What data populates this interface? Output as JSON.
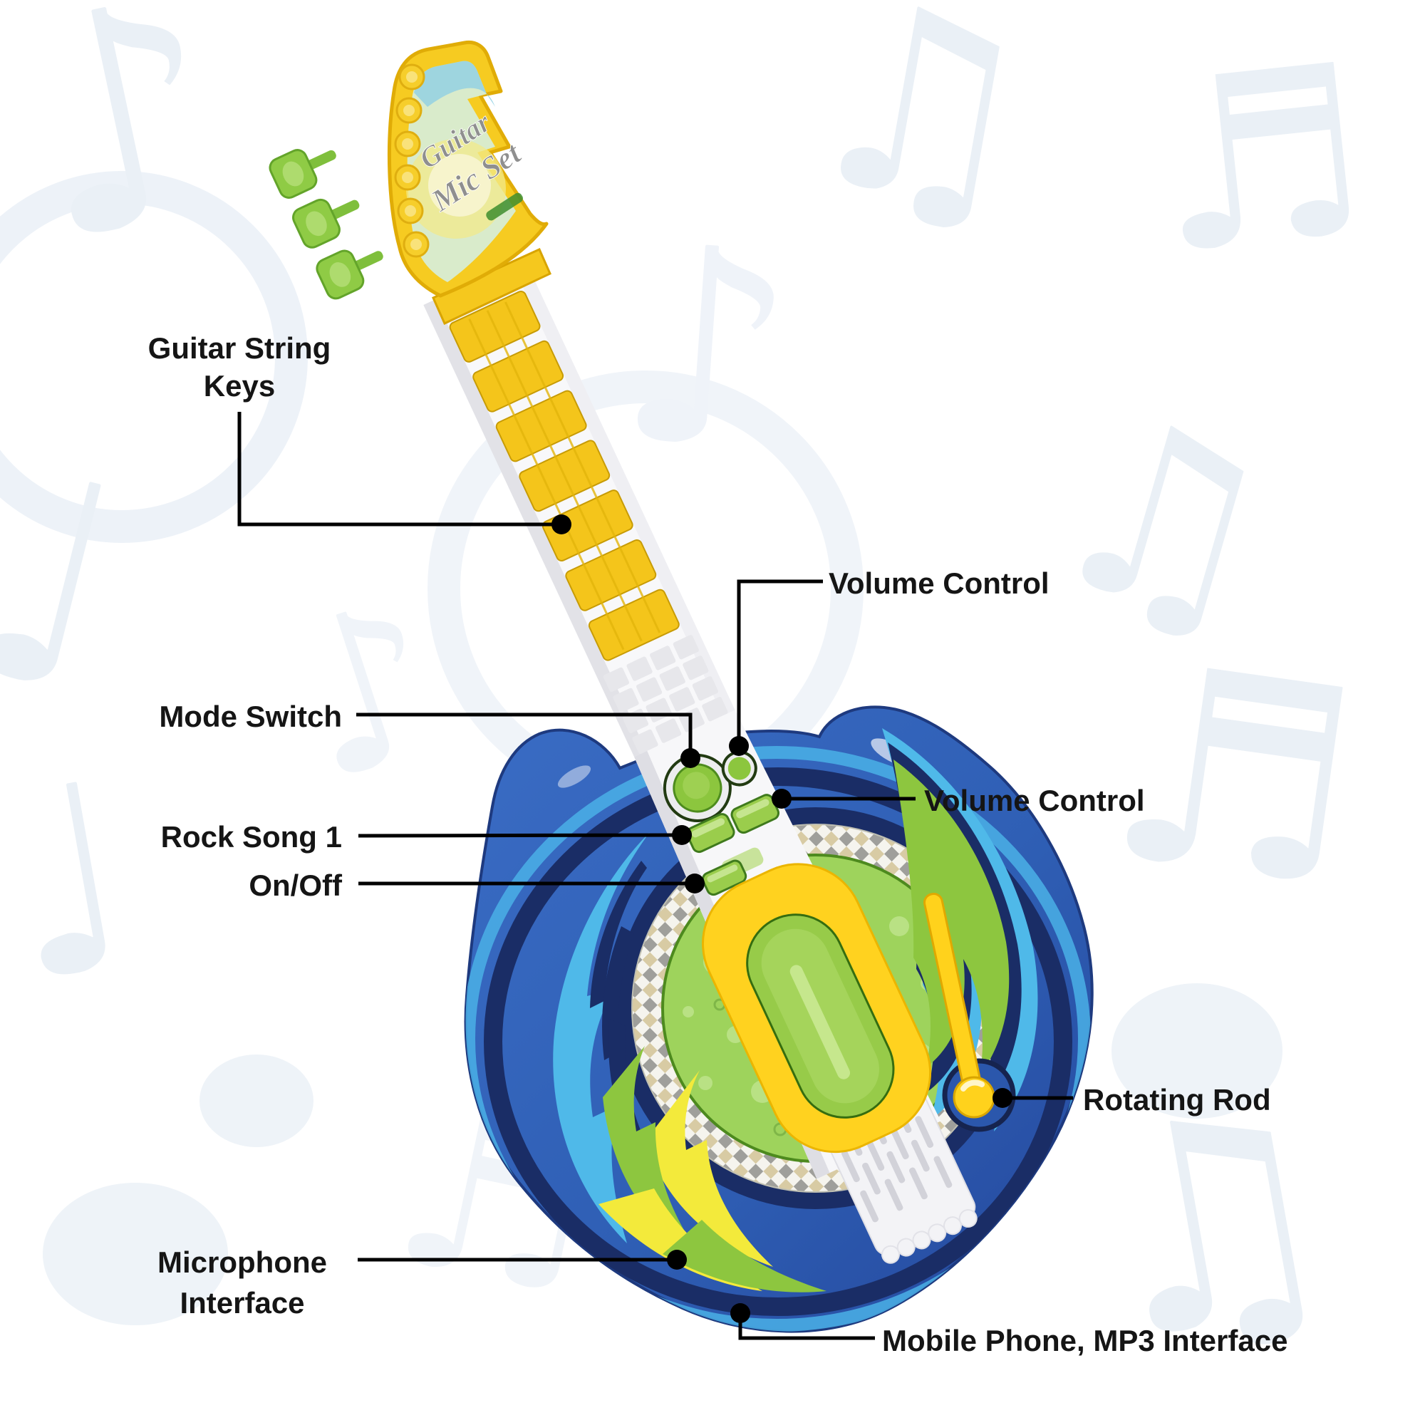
{
  "diagram": {
    "labels": {
      "guitar_string_keys": {
        "line1": "Guitar String",
        "line2": "Keys"
      },
      "volume_control_top": "Volume Control",
      "mode_switch": "Mode Switch",
      "rock_song_1": "Rock Song 1",
      "on_off": "On/Off",
      "volume_control_right": "Volume Control",
      "rotating_rod": "Rotating Rod",
      "microphone_interface": {
        "line1": "Microphone",
        "line2": "Interface"
      },
      "mobile_phone_mp3_interface": "Mobile Phone, MP3 Interface"
    },
    "guitar": {
      "logo": {
        "line1": "Guitar",
        "line2": "Mic Set"
      }
    },
    "colors": {
      "body_blue": "#3061B6",
      "body_blue_dark": "#24479C",
      "navy": "#1A2D66",
      "light_blue": "#4FB9E9",
      "yellow": "#F5C81E",
      "bright_yellow": "#FFD21F",
      "green": "#8DC63F",
      "pale_green": "#A5D45B",
      "neck_white": "#F6F6F8",
      "label_black": "#151515",
      "bg_note": "#EAF0F6"
    },
    "decor": {
      "notes": [
        "♪",
        "♫",
        "♬",
        "♩",
        "♪",
        "♫",
        "♩",
        "♬",
        "♪",
        "♫",
        "♬",
        "♪"
      ]
    }
  }
}
